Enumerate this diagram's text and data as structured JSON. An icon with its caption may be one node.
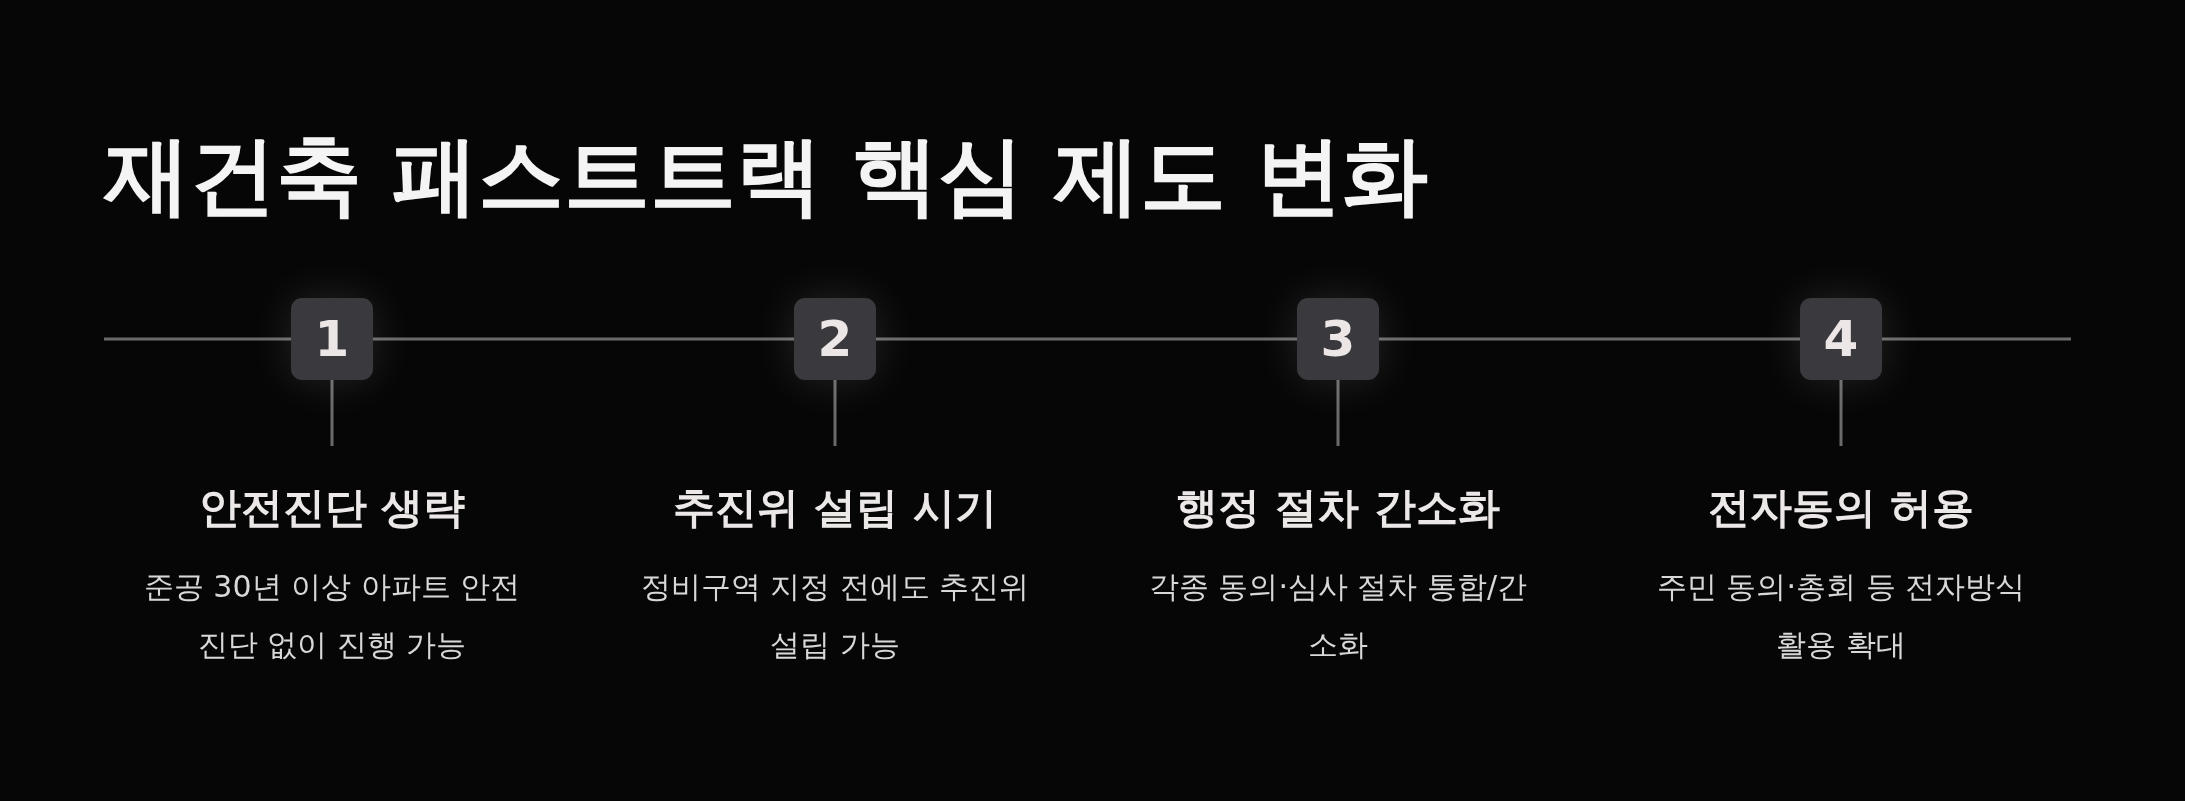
{
  "diagram": {
    "title": "재건축 패스트트랙 핵심 제도 변화",
    "nodes": [
      {
        "text": [
          "1"
        ]
      },
      {
        "text": [
          "2"
        ]
      },
      {
        "text": [
          "3"
        ]
      },
      {
        "text": [
          "4"
        ]
      },
      {
        "text": [
          "안전진단 생략",
          "준공 30년 이상 아파트 안전진단 없이 진행 가능"
        ]
      },
      {
        "text": [
          "추진위 설립 시기",
          "정비구역 지정 전에도 추진위 설립 가능"
        ]
      },
      {
        "text": [
          "행정 절차 간소화",
          "각종 동의·심사 절차 통합/간소화"
        ]
      },
      {
        "text": [
          "전자동의 허용",
          "주민 동의·총회 등 전자방식 활용 확대"
        ]
      }
    ],
    "edges": [
      {
        "from": 0,
        "to": 1,
        "arrow": "none"
      },
      {
        "from": 1,
        "to": 2,
        "arrow": "none"
      },
      {
        "from": 2,
        "to": 3,
        "arrow": "none"
      },
      {
        "from": 0,
        "to": 4,
        "arrow": "none"
      },
      {
        "from": 1,
        "to": 5,
        "arrow": "none"
      },
      {
        "from": 2,
        "to": 6,
        "arrow": "none"
      },
      {
        "from": 3,
        "to": 7,
        "arrow": "none"
      }
    ]
  }
}
